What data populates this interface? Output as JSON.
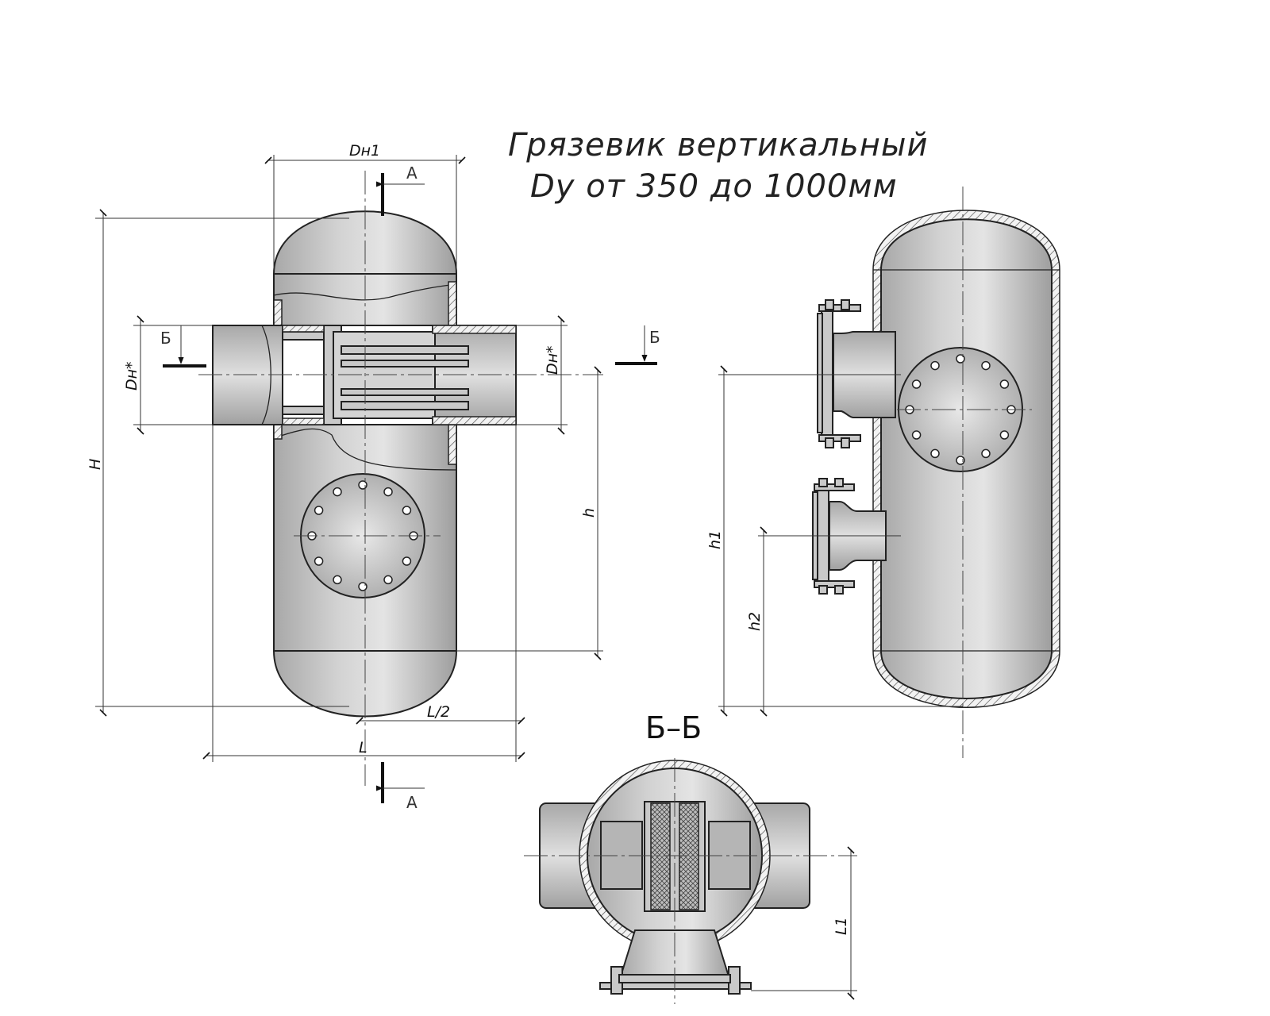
{
  "title": {
    "line1": "Грязевик вертикальный",
    "line2": "Dy от 350 до 1000мм"
  },
  "dimensions": {
    "dn1": "Dн1",
    "dn_left": "Dн*",
    "dn_right": "Dн*",
    "H": "H",
    "h": "h",
    "h1": "h1",
    "h2": "h2",
    "L": "L",
    "L_half": "L/2",
    "L1": "L1"
  },
  "section_marks": {
    "a_top": "А",
    "a_bottom": "А",
    "b_left": "Б",
    "b_right": "Б",
    "b_view_title": "Б–Б"
  },
  "colors": {
    "metal_light": "#e6e6e6",
    "metal_dark": "#9c9c9c",
    "line": "#222222"
  }
}
